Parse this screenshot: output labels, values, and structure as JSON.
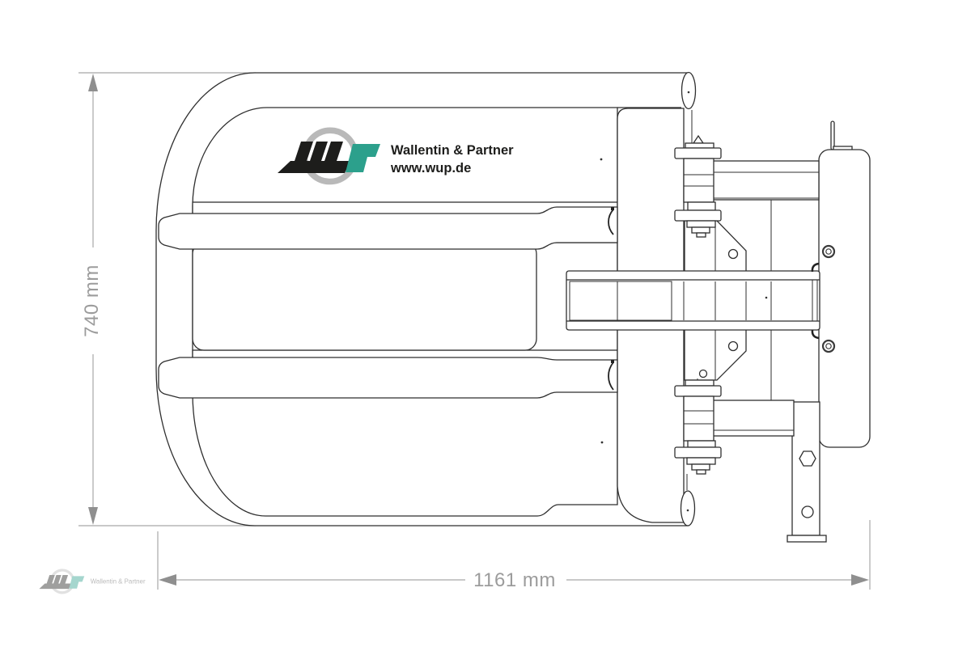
{
  "dimensions": {
    "height_label": "740 mm",
    "width_label": "1161 mm",
    "color": "#9c9c9c"
  },
  "logo": {
    "company": "Wallentin & Partner",
    "website": "www.wup.de",
    "teal": "#2ca08c",
    "black": "#1d1d1b",
    "ring_gray": "#b9b9b9"
  },
  "watermark": {
    "company": "Wallentin & Partner"
  },
  "drawing": {
    "line_color": "#2f2f2f",
    "dimension_line_color": "#a8a8a8"
  }
}
